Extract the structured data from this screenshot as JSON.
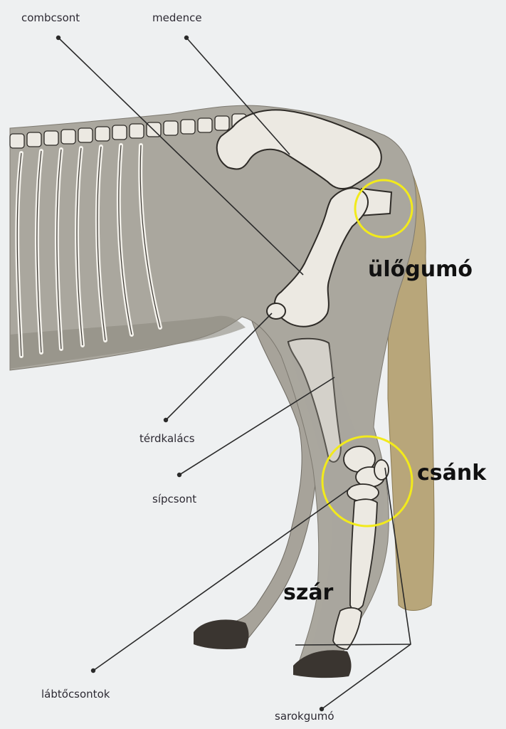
{
  "labels": {
    "combcsont": "combcsont",
    "medence": "medence",
    "terdkalacs": "térdkalács",
    "sipcsont": "sípcsont",
    "labtocsontok": "lábtőcsontok",
    "sarokgumo": "sarokgumó",
    "ulogumo": "ülőgumó",
    "csank": "csánk",
    "szar": "szár"
  },
  "colors": {
    "background": "#eef0f1",
    "hide": "#a9a69d",
    "hide_dark": "#7f7b72",
    "tail": "#b8a67a",
    "bone": "#e9e6df",
    "bone_outline": "#2e2b27",
    "leader": "#2a2a2a",
    "highlight_circle": "#f2ea1c",
    "hoof": "#3a3530"
  },
  "icons": [
    "horse-hindquarter-skeleton-illustration"
  ]
}
